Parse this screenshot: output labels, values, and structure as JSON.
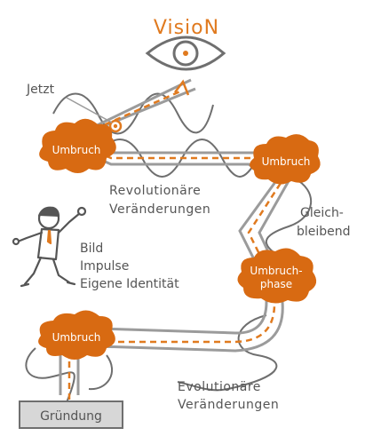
{
  "title": "VisioN",
  "labels": {
    "jetzt": "Jetzt",
    "revolutionaere_l1": "Revolutionäre",
    "revolutionaere_l2": "Veränderungen",
    "gleich_l1": "Gleich-",
    "gleich_l2": "bleibend",
    "bild": "Bild",
    "impulse": "Impulse",
    "identitaet": "Eigene Identität",
    "evolutionaere_l1": "Evolutionäre",
    "evolutionaere_l2": "Veränderungen"
  },
  "nodes": {
    "umbruch_top_left": "Umbruch",
    "umbruch_top_right": "Umbruch",
    "umbruchphase_l1": "Umbruch-",
    "umbruchphase_l2": "phase",
    "umbruch_bottom": "Umbruch",
    "gruendung": "Gründung"
  },
  "icons": {
    "eye": "eye-icon",
    "person": "businessman-icon",
    "current_marker": "current-position-marker"
  },
  "colors": {
    "accent": "#e07a1f",
    "cloud": "#d86a12",
    "path": "#9b9b9b",
    "wave": "#6f6f6f",
    "text": "#555555",
    "base_fill": "#d7d7d7"
  }
}
